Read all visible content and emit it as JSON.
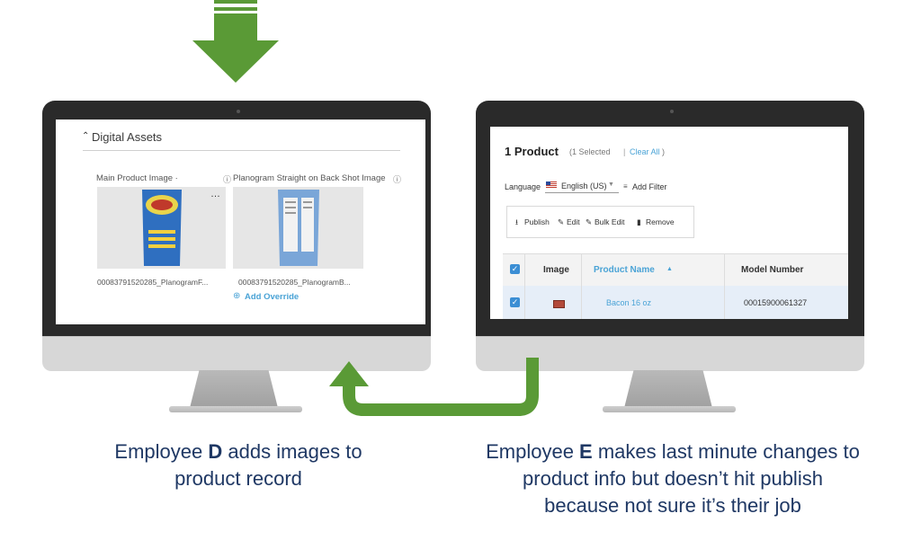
{
  "left_screen": {
    "section_title": "Digital Assets",
    "main_image_label": "Main Product Image ·",
    "planogram_label": "Planogram Straight on Back Shot Image",
    "more_menu": "…",
    "info_icon": "ⓘ",
    "main_filename": "00083791520285_PlanogramF...",
    "planogram_filename": "00083791520285_PlanogramB...",
    "add_override": "Add Override"
  },
  "right_screen": {
    "product_count": "1 Product",
    "selected_text": "(1 Selected",
    "separator": "|",
    "clear_all": "Clear All",
    "close_paren": ")",
    "language_label": "Language",
    "language_value": "English (US)",
    "add_filter": "Add Filter",
    "toolbar": {
      "publish": "Publish",
      "edit": "Edit",
      "bulk_edit": "Bulk Edit",
      "remove": "Remove"
    },
    "table": {
      "headers": {
        "image": "Image",
        "product_name": "Product Name",
        "model_number": "Model Number"
      },
      "row": {
        "product_name": "Bacon 16 oz",
        "model_number": "00015900061327"
      }
    }
  },
  "captions": {
    "left": {
      "prefix": "Employee ",
      "bold": "D",
      "rest_line1": " adds images to",
      "line2": "product record"
    },
    "right": {
      "prefix": "Employee ",
      "bold": "E",
      "rest_line1": " makes last minute changes to",
      "line2": "product info but doesn’t hit publish",
      "line3": "because not sure it’s their job"
    }
  },
  "colors": {
    "arrow_green": "#5a9a36",
    "caption_navy": "#1f3864",
    "link_blue": "#4aa3d6",
    "check_blue": "#3b8ed4"
  }
}
